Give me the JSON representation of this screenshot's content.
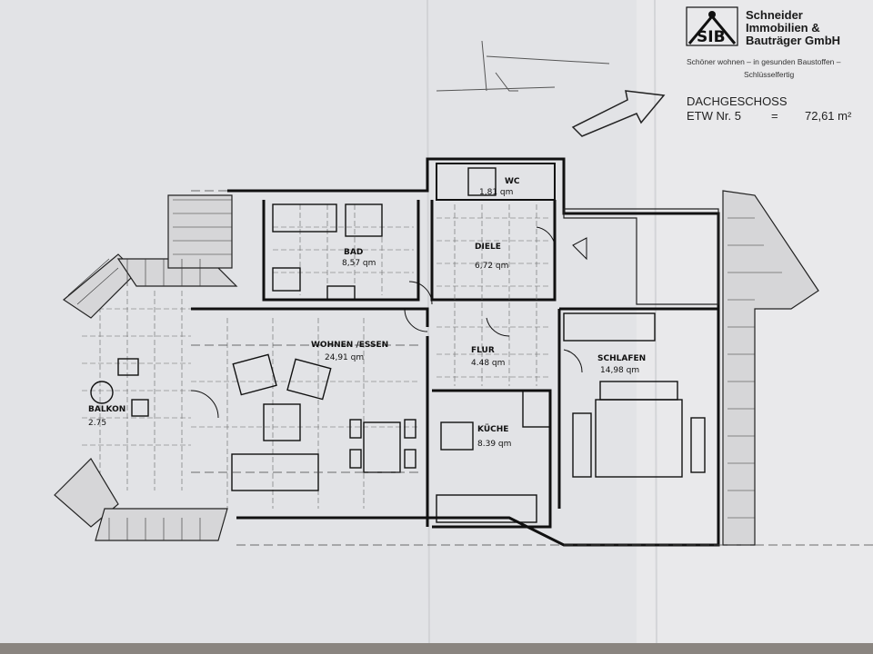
{
  "header": {
    "company": [
      "Schneider",
      "Immobilien &",
      "Bauträger GmbH"
    ],
    "logo_text": "SIB",
    "tagline_1": "Schöner wohnen  –  in gesunden Baustoffen  –",
    "tagline_2": "Schlüsselfertig",
    "floor": "DACHGESCHOSS",
    "unit": "ETW Nr. 5",
    "equals": "=",
    "total_area": "72,61 m²"
  },
  "rooms": [
    {
      "name": "WC",
      "area": "1,81 qm"
    },
    {
      "name": "BAD",
      "area": "8,57 qm"
    },
    {
      "name": "DIELE",
      "area": "6,72 qm"
    },
    {
      "name": "WOHNEN /ESSEN",
      "area": "24,91 qm"
    },
    {
      "name": "FLUR",
      "area": "4.48 qm"
    },
    {
      "name": "SCHLAFEN",
      "area": "14,98 qm"
    },
    {
      "name": "KÜCHE",
      "area": "8.39 qm"
    },
    {
      "name": "BALKON",
      "area": "2.75"
    }
  ]
}
